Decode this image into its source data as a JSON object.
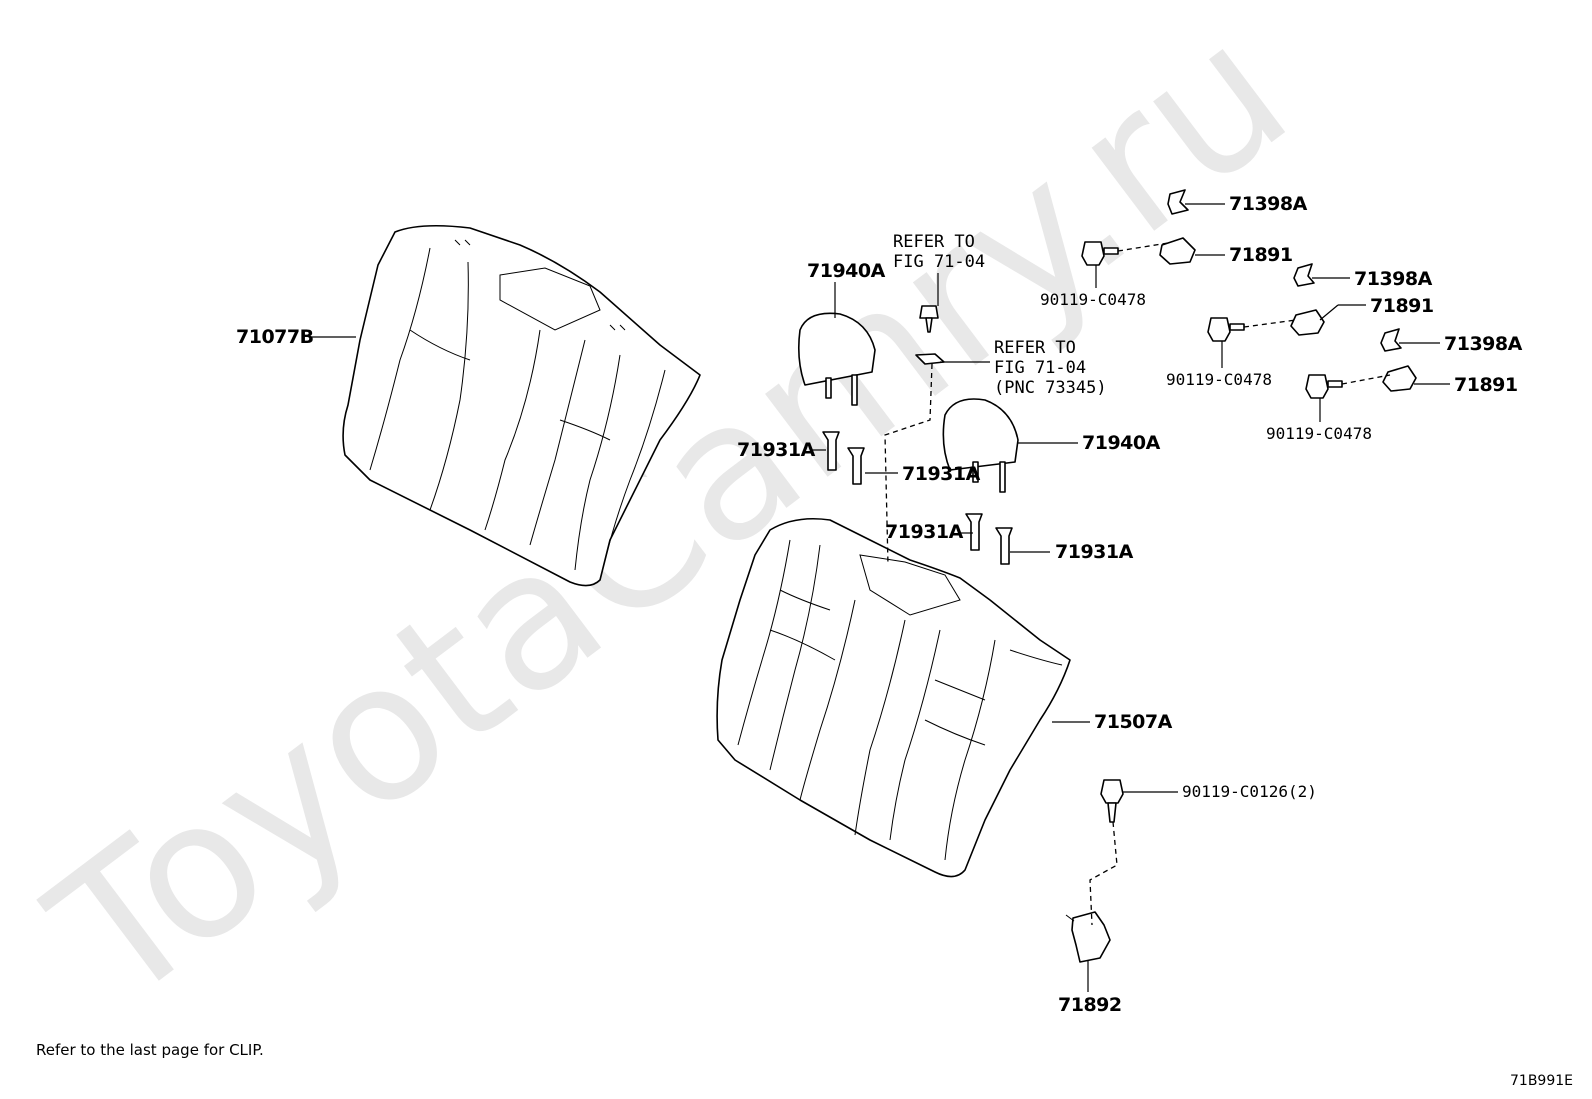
{
  "watermark": {
    "text": "ToyotaCamry.ru",
    "color": "#e6e6e6"
  },
  "labels": {
    "seatback_cover": "71077B",
    "headrest_left": "71940A",
    "headrest_right": "71940A",
    "guide_1": "71931A",
    "guide_2": "71931A",
    "guide_3": "71931A",
    "guide_4": "71931A",
    "seatback_pad": "71507A",
    "clip_1": "71398A",
    "clip_2": "71398A",
    "clip_3": "71398A",
    "hook_1": "71891",
    "hook_2": "71891",
    "hook_3": "71891",
    "bolt_1": "90119-C0478",
    "bolt_2": "90119-C0478",
    "bolt_3": "90119-C0478",
    "bolt_lower": "90119-C0126(2)",
    "bracket": "71892"
  },
  "refer_1": {
    "line1": "REFER TO",
    "line2": "FIG 71-04"
  },
  "refer_2": {
    "line1": "REFER TO",
    "line2": "FIG 71-04",
    "line3": "(PNC 73345)"
  },
  "note": "Refer to the last page for CLIP.",
  "figure_id": "71B991E"
}
